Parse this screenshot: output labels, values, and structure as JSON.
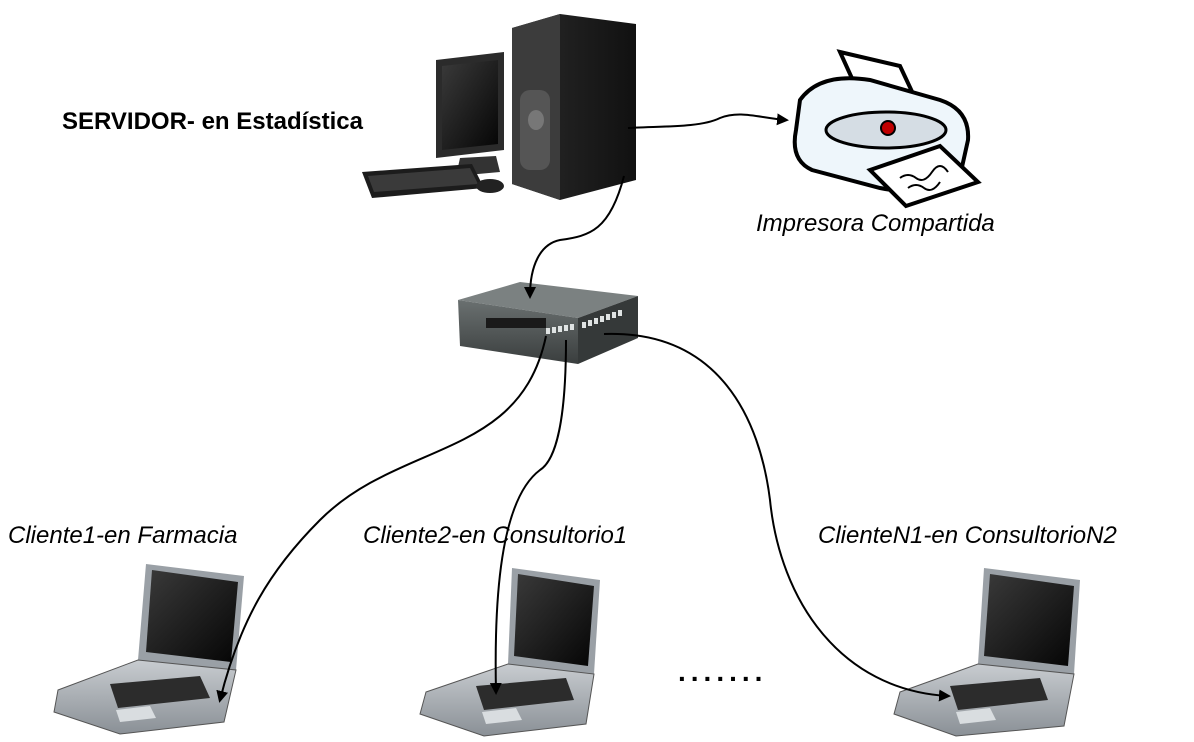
{
  "server": {
    "label": "SERVIDOR- en Estadística",
    "icon": "desktop-tower-icon"
  },
  "printer": {
    "label": "Impresora Compartida",
    "icon": "printer-icon"
  },
  "switch": {
    "icon": "network-switch-icon"
  },
  "clients": [
    {
      "label": "Cliente1-en Farmacia",
      "icon": "laptop-icon"
    },
    {
      "label": "Cliente2-en Consultorio1",
      "icon": "laptop-icon"
    },
    {
      "label": "ClienteN1-en ConsultorioN2",
      "icon": "laptop-icon"
    }
  ],
  "ellipsis": ".......",
  "colors": {
    "line": "#000000",
    "device_dark": "#1e1e1e",
    "device_gray": "#9aa0a6",
    "switch_body": "#4a4f4f"
  }
}
